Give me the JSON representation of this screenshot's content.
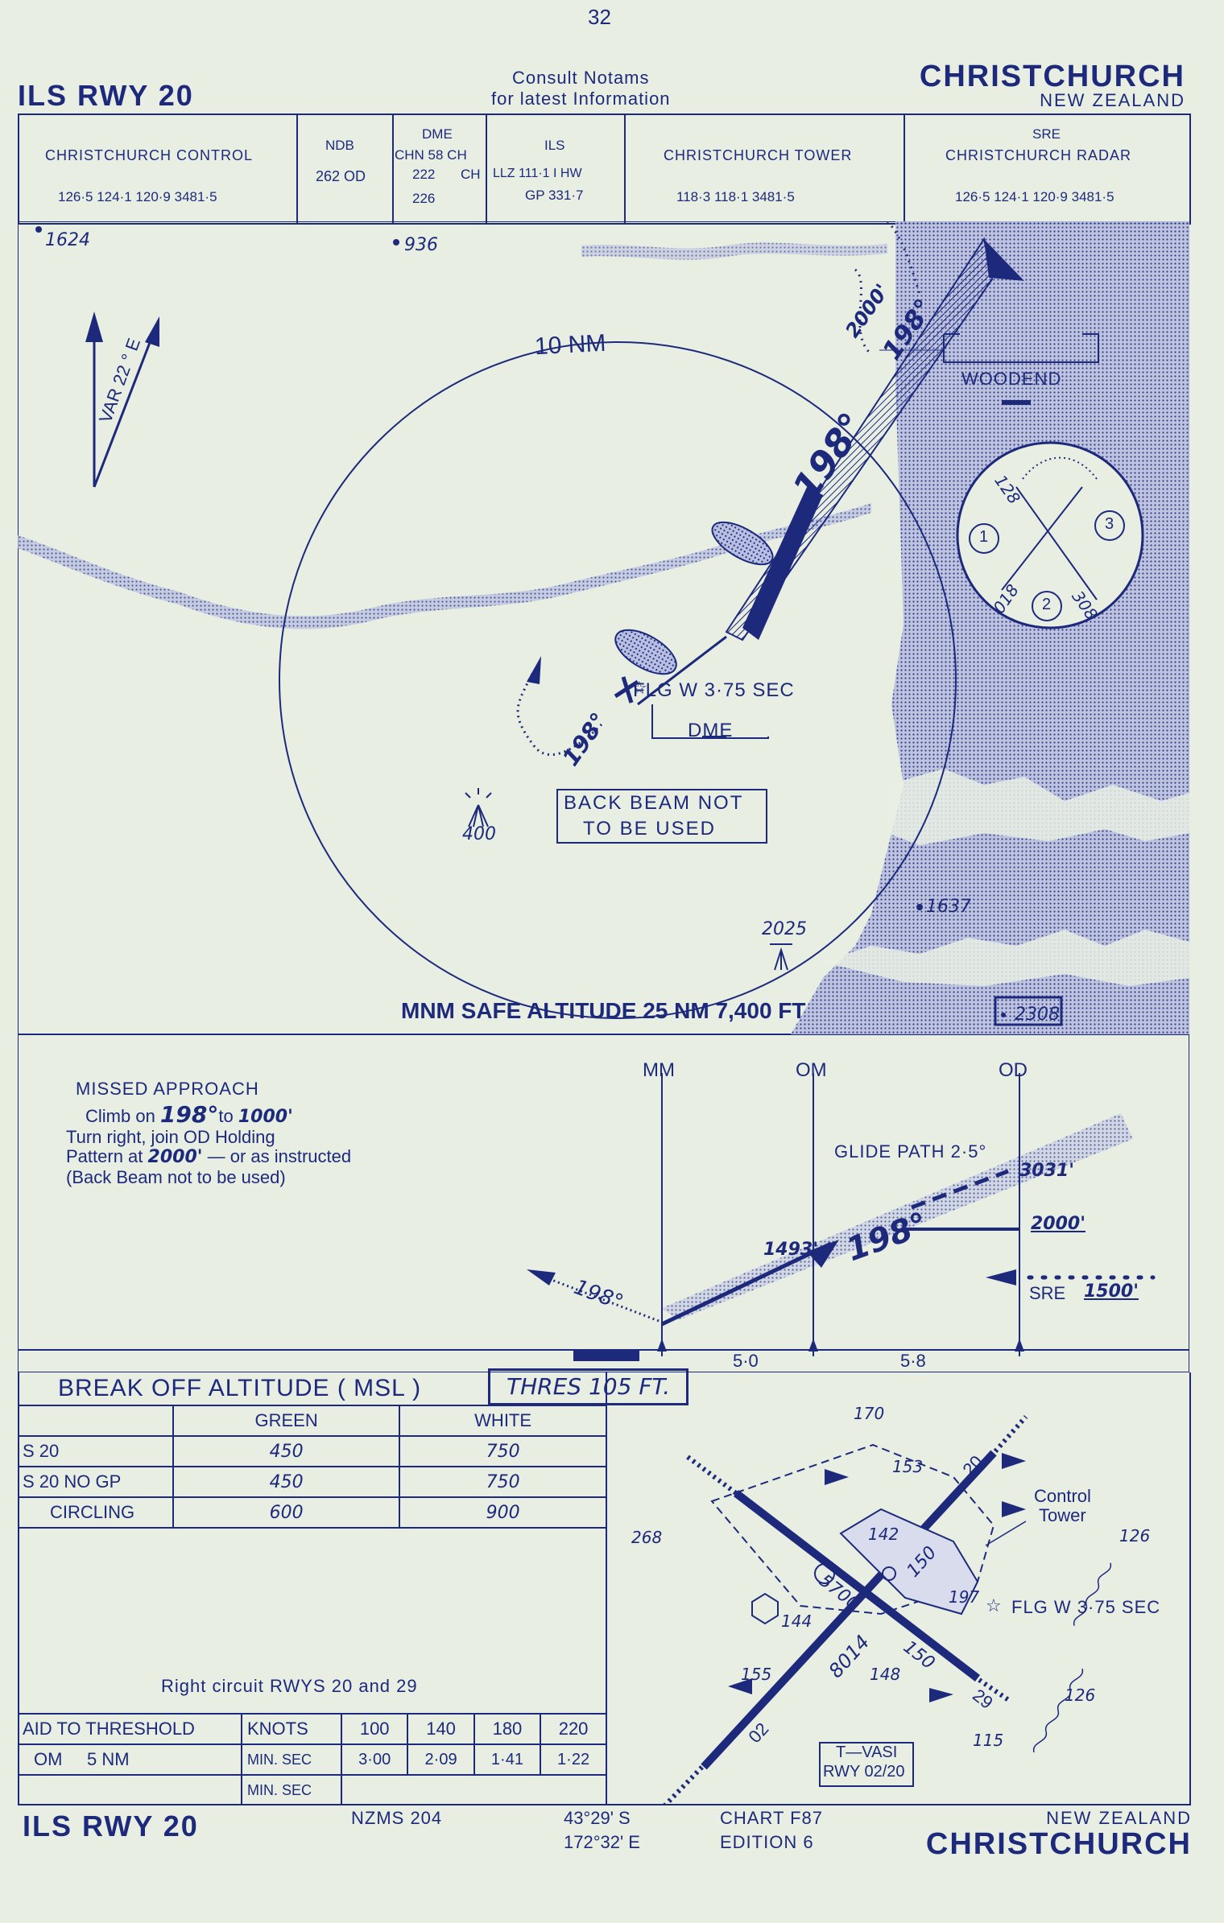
{
  "page_number": "32",
  "header": {
    "title_left": "ILS RWY 20",
    "notams_line1": "Consult Notams",
    "notams_line2": "for latest Information",
    "city": "CHRISTCHURCH",
    "country": "NEW ZEALAND"
  },
  "comm": {
    "control": {
      "name": "CHRISTCHURCH CONTROL",
      "freqs": "126·5  124·1  120·9  3481·5"
    },
    "ndb": {
      "label": "NDB",
      "value": "262  OD"
    },
    "dme": {
      "label": "DME",
      "line1": "CHN 58 CH",
      "line2": "222",
      "line2b": "CH",
      "line3": "226"
    },
    "ils": {
      "label": "ILS",
      "line1": "LLZ  111·1  I HW",
      "line2": "GP 331·7"
    },
    "tower": {
      "name": "CHRISTCHURCH TOWER",
      "freqs": "118·3    118·1    3481·5"
    },
    "sre": {
      "label": "SRE",
      "name": "CHRISTCHURCH RADAR",
      "freqs": "126·5  124·1  120·9  3481·5"
    }
  },
  "plan": {
    "spot_1624": "1624",
    "spot_936": "936",
    "ring_label": "10 NM",
    "var_label": "VAR 22 ° E",
    "course_2000": "2000'",
    "course_198_top": "198°",
    "course_198_main": "198°",
    "woodend": "WOODEND",
    "flg": "FLG  W 3·75  SEC",
    "dme_box": "DME",
    "course_198_hold": "198°",
    "spot_400": "400",
    "back_beam_1": "BACK BEAM NOT",
    "back_beam_2": "TO BE USED",
    "spot_1637": "1637",
    "spot_2025": "2025",
    "msa": "MNM SAFE ALTITUDE 25 NM 7,400 FT",
    "spot_2308": "2308",
    "hold_128": "128",
    "hold_018": "018",
    "hold_308": "308",
    "hold_1": "1",
    "hold_2": "2",
    "hold_3": "3"
  },
  "profile": {
    "missed_title": "MISSED   APPROACH",
    "missed_1a": "Climb on ",
    "missed_1b": "198°",
    "missed_1c": "to ",
    "missed_1d": "1000'",
    "missed_2": "Turn right, join OD Holding",
    "missed_3a": "Pattern at ",
    "missed_3b": "2000'",
    "missed_3c": " — or as instructed",
    "missed_4": "(Back Beam  not  to be  used)",
    "mm": "MM",
    "om": "OM",
    "od": "OD",
    "glide_path": "GLIDE PATH 2·5°",
    "alt_3031": "3031'",
    "alt_2000": "2000'",
    "alt_1493": "1493'",
    "course_198": "198°",
    "missed_198": "198°",
    "sre": "SRE",
    "sre_alt": "1500'",
    "dist_1": "5·0",
    "dist_2": "5·8"
  },
  "minima": {
    "title": "BREAK  OFF  ALTITUDE  ( MSL )",
    "thres": "THRES 105      FT.",
    "col_green": "GREEN",
    "col_white": "WHITE",
    "rows": [
      {
        "label": "S 20",
        "green": "450",
        "white": "750"
      },
      {
        "label": "S 20  NO  GP",
        "green": "450",
        "white": "750"
      },
      {
        "label": "CIRCLING",
        "green": "600",
        "white": "900"
      }
    ],
    "circuit": "Right  circuit  RWYS  20  and  29"
  },
  "timing": {
    "h_aid": "AID TO  THRESHOLD",
    "h_knots": "KNOTS",
    "speeds": [
      "100",
      "140",
      "180",
      "220"
    ],
    "row_label_a": "OM",
    "row_label_b": "5  NM",
    "minsec_1": "MIN. SEC",
    "times": [
      "3·00",
      "2·09",
      "1·41",
      "1·22"
    ],
    "minsec_2": "MIN. SEC"
  },
  "aerodrome": {
    "spot_170": "170",
    "spot_153": "153",
    "spot_268": "268",
    "spot_142": "142",
    "spot_150a": "150",
    "spot_5700": "5700",
    "spot_197": "197",
    "spot_144": "144",
    "spot_8014": "8014",
    "spot_150b": "150",
    "spot_148": "148",
    "spot_155": "155",
    "spot_126a": "126",
    "spot_126b": "126",
    "spot_115": "115",
    "rwy_02": "02",
    "rwy_20": "20",
    "rwy_29": "29",
    "control_tower_1": "Control",
    "control_tower_2": "Tower",
    "flg": "FLG  W 3·75  SEC",
    "tvasi_1": "T—VASI",
    "tvasi_2": "RWY 02/20"
  },
  "footer": {
    "title_left": "ILS  RWY  20",
    "map_ref": "NZMS  204",
    "lat": "43°29' S",
    "lon": "172°32'  E",
    "chart": "CHART  F87",
    "edition": "EDITION 6",
    "country": "NEW  ZEALAND",
    "city": "CHRISTCHURCH"
  }
}
